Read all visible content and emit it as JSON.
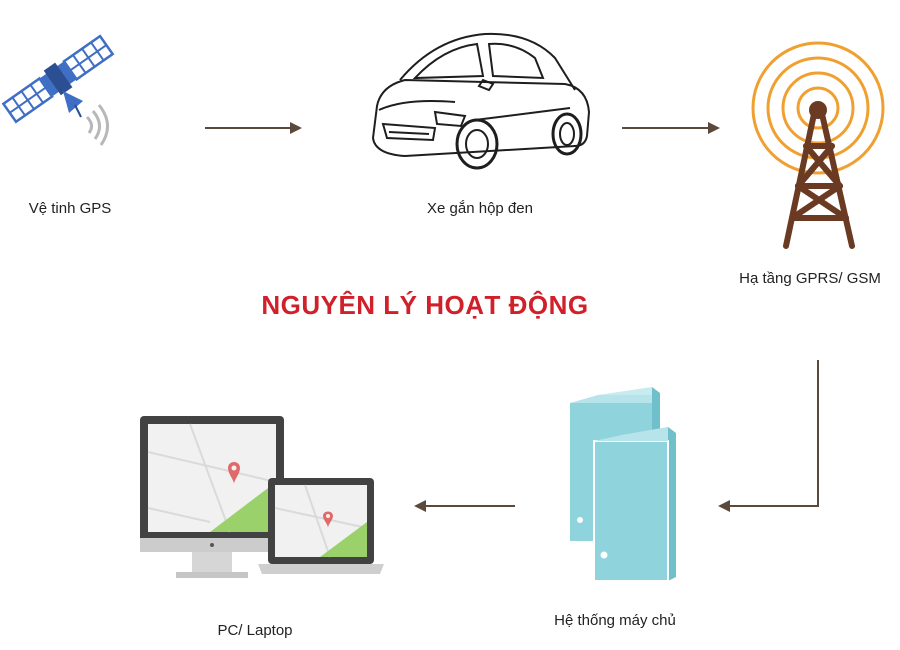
{
  "diagram": {
    "title": "NGUYÊN LÝ HOẠT ĐỘNG",
    "nodes": {
      "satellite": {
        "label": "Vệ tinh GPS",
        "icon": "satellite-icon"
      },
      "car": {
        "label": "Xe gắn hộp đen",
        "icon": "car-icon"
      },
      "tower": {
        "label": "Hạ tầng GPRS/ GSM",
        "icon": "radio-tower-icon"
      },
      "server": {
        "label": "Hệ thống máy chủ",
        "icon": "server-icon"
      },
      "computer": {
        "label": "PC/ Laptop",
        "icon": "pc-laptop-icon"
      }
    },
    "edges": [
      {
        "from": "satellite",
        "to": "car"
      },
      {
        "from": "car",
        "to": "tower"
      },
      {
        "from": "tower",
        "to": "server"
      },
      {
        "from": "server",
        "to": "computer"
      }
    ],
    "colors": {
      "title": "#d0202a",
      "arrow": "#5b4a3c",
      "tower": "#6b3a22",
      "signal": "#f0a030",
      "server": "#8fd3dc",
      "map_pin": "#e06a6a",
      "map_green": "#9bd16b",
      "satellite_panel": "#3f6fc4"
    }
  }
}
